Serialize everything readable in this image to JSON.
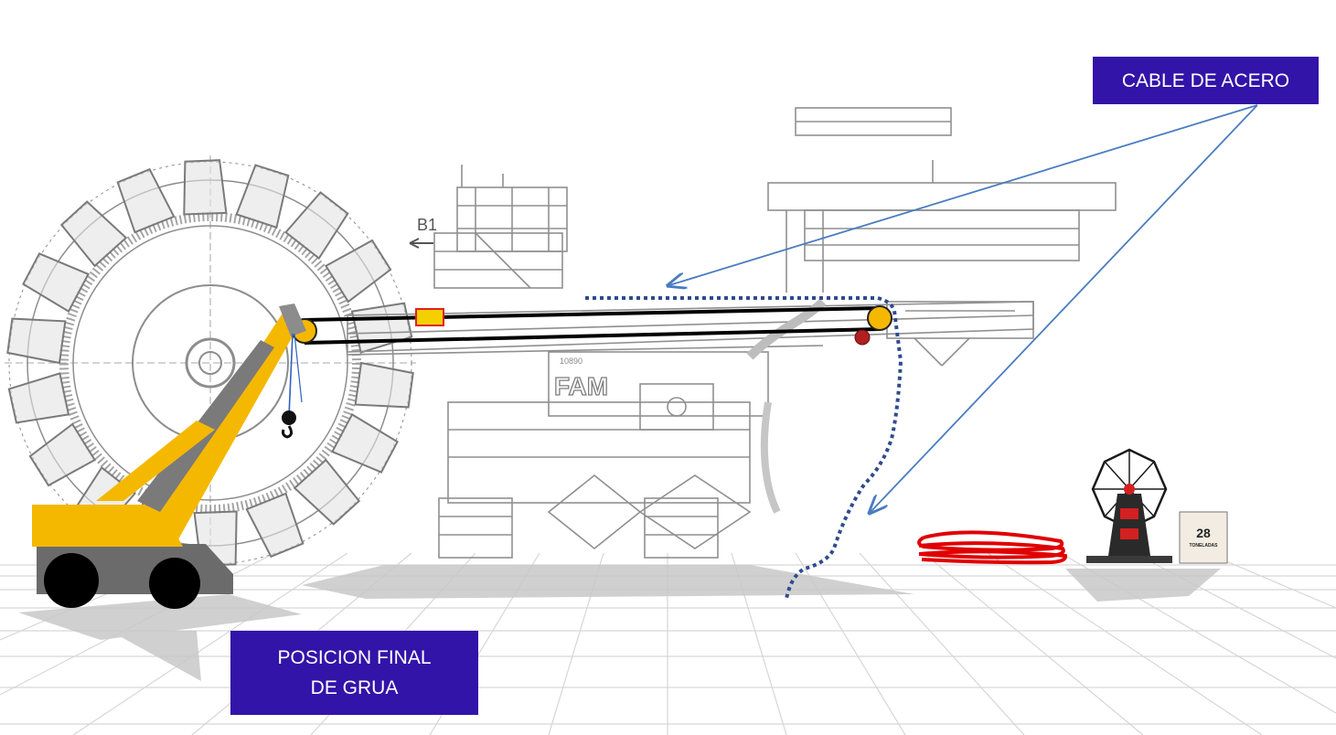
{
  "labels": {
    "steel_cable": "CABLE DE ACERO",
    "crane_final_line1": "POSICION FINAL",
    "crane_final_line2": "DE GRUA"
  },
  "machine": {
    "brand": "FAM",
    "direction_marker": "B1",
    "dimension_text": "10890"
  },
  "weight_box": {
    "value": "28",
    "unit": "TONELADAS"
  },
  "colors": {
    "label_background": "#3214a8",
    "label_text": "#ffffff",
    "crane_body": "#f5b800",
    "crane_chassis": "#6b6b6b",
    "wheel": "#000000",
    "cable_route": "#2f4b8f",
    "pointer_arrows": "#4a7cc0",
    "coil": "#e00000",
    "pulley": "#f5b800",
    "drawing_lines": "#9a9a9a",
    "ground_grid": "#d6d6d6",
    "shadow": "#c8c8c8"
  }
}
